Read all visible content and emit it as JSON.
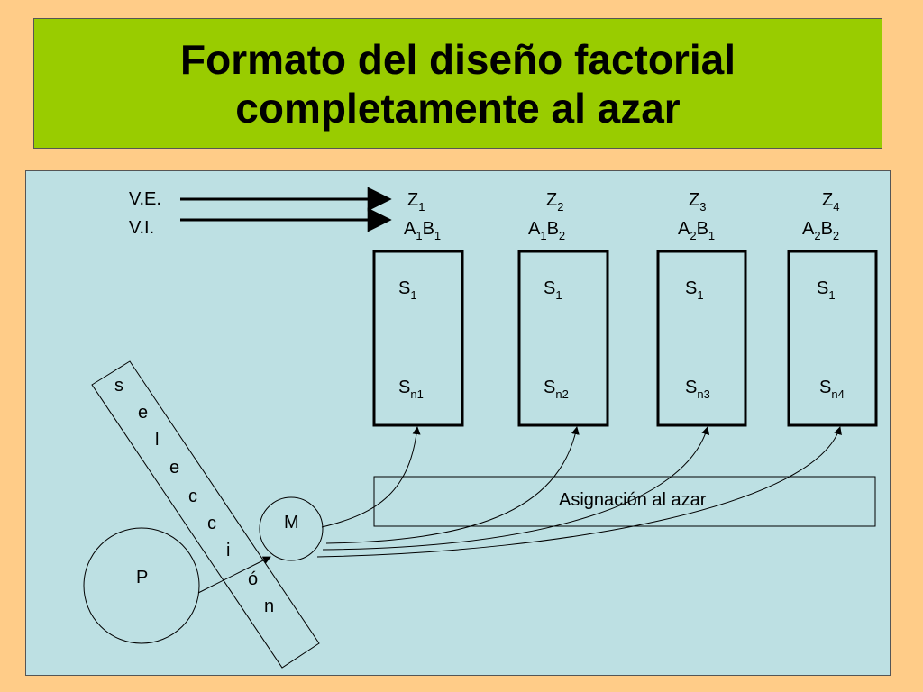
{
  "title": {
    "line1": "Formato del diseño factorial",
    "line2": "completamente al azar"
  },
  "diagram": {
    "ve_label": "V.E.",
    "vi_label": "V.I.",
    "groups": [
      {
        "z_base": "Z",
        "z_sub": "1",
        "a_base": "A",
        "a_sub": "1",
        "b_base": "B",
        "b_sub": "1",
        "s1_base": "S",
        "s1_sub": "1",
        "sn_base": "S",
        "sn_sub": "n1"
      },
      {
        "z_base": "Z",
        "z_sub": "2",
        "a_base": "A",
        "a_sub": "1",
        "b_base": "B",
        "b_sub": "2",
        "s1_base": "S",
        "s1_sub": "1",
        "sn_base": "S",
        "sn_sub": "n2"
      },
      {
        "z_base": "Z",
        "z_sub": "3",
        "a_base": "A",
        "a_sub": "2",
        "b_base": "B",
        "b_sub": "1",
        "s1_base": "S",
        "s1_sub": "1",
        "sn_base": "S",
        "sn_sub": "n3"
      },
      {
        "z_base": "Z",
        "z_sub": "4",
        "a_base": "A",
        "a_sub": "2",
        "b_base": "B",
        "b_sub": "2",
        "s1_base": "S",
        "s1_sub": "1",
        "sn_base": "S",
        "sn_sub": "n4"
      }
    ],
    "random_assignment": "Asignación al azar",
    "population": "P",
    "sample": "M",
    "selection_letters": [
      "s",
      "e",
      "l",
      "e",
      "c",
      "c",
      "i",
      "ó",
      "n"
    ]
  }
}
